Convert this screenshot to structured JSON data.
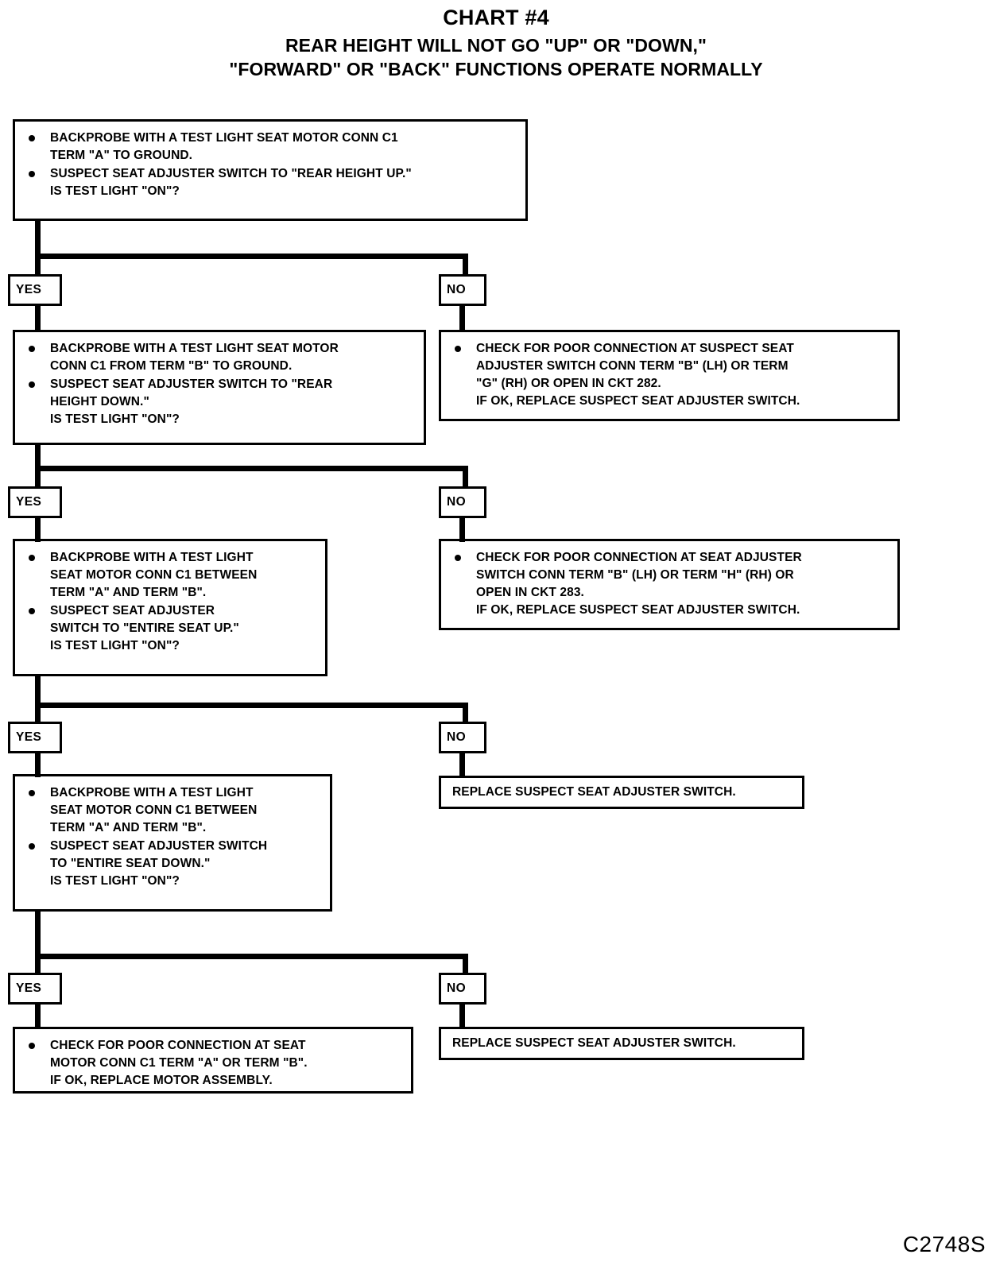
{
  "title": {
    "main": "CHART #4",
    "line2": "REAR HEIGHT WILL NOT GO \"UP\" OR \"DOWN,\"",
    "line3": "\"FORWARD\" OR \"BACK\" FUNCTIONS OPERATE NORMALLY"
  },
  "labels": {
    "yes": "YES",
    "no": "NO"
  },
  "footer": {
    "code": "C2748S"
  },
  "chart_data": {
    "type": "diagram",
    "title": "CHART #4 — REAR HEIGHT WILL NOT GO \"UP\" OR \"DOWN,\" \"FORWARD\" OR \"BACK\" FUNCTIONS OPERATE NORMALLY",
    "diagram_kind": "troubleshooting-flowchart",
    "node_count": 10,
    "branch_labels": [
      "YES",
      "NO"
    ]
  },
  "nodes": {
    "q1": {
      "id": "q1",
      "kind": "decision",
      "items": [
        {
          "bullet": true,
          "lines": [
            "BACKPROBE WITH A TEST LIGHT SEAT MOTOR CONN C1",
            "TERM \"A\" TO GROUND."
          ]
        },
        {
          "bullet": true,
          "lines": [
            "SUSPECT SEAT ADJUSTER SWITCH TO \"REAR HEIGHT UP.\"",
            "IS TEST LIGHT \"ON\"?"
          ]
        }
      ]
    },
    "q2": {
      "id": "q2",
      "kind": "decision",
      "items": [
        {
          "bullet": true,
          "lines": [
            "BACKPROBE WITH A TEST LIGHT SEAT MOTOR",
            "CONN C1 FROM TERM \"B\" TO GROUND."
          ]
        },
        {
          "bullet": true,
          "lines": [
            "SUSPECT SEAT ADJUSTER SWITCH TO \"REAR",
            "HEIGHT DOWN.\"",
            "IS TEST LIGHT \"ON\"?"
          ]
        }
      ]
    },
    "a1": {
      "id": "a1",
      "kind": "action",
      "items": [
        {
          "bullet": true,
          "lines": [
            "CHECK FOR POOR CONNECTION AT SUSPECT SEAT",
            "ADJUSTER SWITCH CONN TERM \"B\" (LH) OR TERM",
            "\"G\" (RH) OR OPEN IN CKT 282.",
            "IF OK, REPLACE SUSPECT SEAT ADJUSTER SWITCH."
          ]
        }
      ]
    },
    "q3": {
      "id": "q3",
      "kind": "decision",
      "items": [
        {
          "bullet": true,
          "lines": [
            "BACKPROBE WITH A TEST LIGHT",
            "SEAT MOTOR CONN C1 BETWEEN",
            "TERM \"A\" AND TERM \"B\"."
          ]
        },
        {
          "bullet": true,
          "lines": [
            "SUSPECT SEAT ADJUSTER",
            "SWITCH TO \"ENTIRE SEAT UP.\"",
            "IS TEST LIGHT \"ON\"?"
          ]
        }
      ]
    },
    "a2": {
      "id": "a2",
      "kind": "action",
      "items": [
        {
          "bullet": true,
          "lines": [
            "CHECK FOR POOR CONNECTION AT SEAT ADJUSTER",
            "SWITCH CONN TERM \"B\" (LH) OR TERM \"H\" (RH) OR",
            "OPEN IN CKT 283.",
            "IF OK, REPLACE SUSPECT SEAT ADJUSTER SWITCH."
          ]
        }
      ]
    },
    "q4": {
      "id": "q4",
      "kind": "decision",
      "items": [
        {
          "bullet": true,
          "lines": [
            "BACKPROBE WITH A TEST LIGHT",
            "SEAT MOTOR CONN C1 BETWEEN",
            "TERM \"A\" AND TERM \"B\"."
          ]
        },
        {
          "bullet": true,
          "lines": [
            "SUSPECT SEAT ADJUSTER SWITCH",
            "TO \"ENTIRE SEAT DOWN.\"",
            "IS TEST LIGHT \"ON\"?"
          ]
        }
      ]
    },
    "a3": {
      "id": "a3",
      "kind": "action",
      "text": "REPLACE SUSPECT SEAT ADJUSTER SWITCH."
    },
    "a4": {
      "id": "a4",
      "kind": "action",
      "text": "REPLACE SUSPECT SEAT ADJUSTER SWITCH."
    },
    "a5": {
      "id": "a5",
      "kind": "action",
      "items": [
        {
          "bullet": true,
          "lines": [
            "CHECK FOR POOR CONNECTION AT SEAT",
            "MOTOR CONN C1 TERM \"A\" OR TERM \"B\".",
            "IF OK, REPLACE MOTOR ASSEMBLY."
          ]
        }
      ]
    }
  }
}
